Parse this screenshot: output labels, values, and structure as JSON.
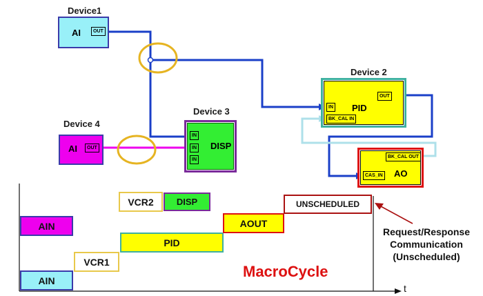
{
  "devices": {
    "device1": {
      "label": "Device1",
      "block": "AI",
      "out": "OUT"
    },
    "device2": {
      "label": "Device 2",
      "pid": "PID",
      "pid_out": "OUT",
      "pid_in": "IN",
      "pid_bkcal_in": "BK_CAL IN",
      "ao": "AO",
      "ao_bkcal_out": "BK_CAL OUT",
      "ao_cas_in": "CAS_IN"
    },
    "device3": {
      "label": "Device 3",
      "block": "DISP",
      "in1": "IN",
      "in2": "IN",
      "in3": "IN"
    },
    "device4": {
      "label": "Device 4",
      "block": "AI",
      "out": "OUT"
    }
  },
  "timeline": {
    "blocks": {
      "ain_top": "AIN",
      "ain_bottom": "AIN",
      "vcr1": "VCR1",
      "vcr2": "VCR2",
      "disp": "DISP",
      "pid": "PID",
      "aout": "AOUT",
      "unscheduled": "UNSCHEDULED"
    },
    "axis_t": "t",
    "macrocycle": "MacroCycle",
    "annotation": [
      "Request/Response",
      "Communication",
      "(Unscheduled)"
    ]
  },
  "colors": {
    "cyan": "#99f0f8",
    "magenta": "#ee00ee",
    "yellow": "#ffff00",
    "green": "#33ee33",
    "blue_wire": "#1a3fc8",
    "pink_wire": "#ee00ee",
    "light_wire": "#aee0ea",
    "ellipse": "#e6b422",
    "red": "#dd1111",
    "dark_red": "#aa1111"
  }
}
